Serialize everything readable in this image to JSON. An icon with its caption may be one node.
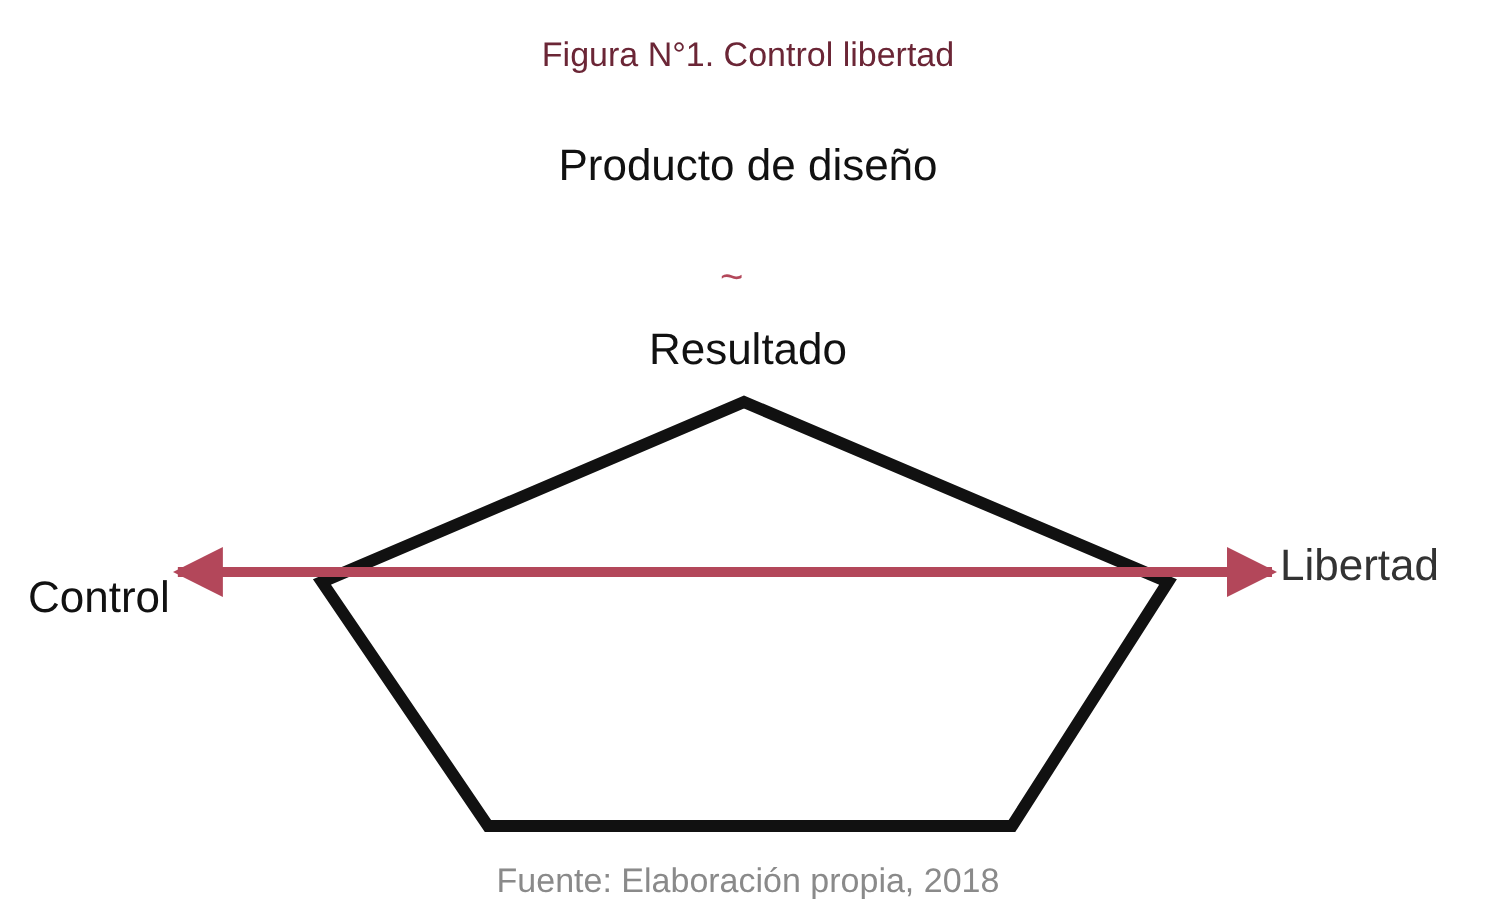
{
  "diagram": {
    "title": "Figura N°1. Control libertad",
    "caption": "Fuente: Elaboración propia, 2018",
    "nodes": [
      {
        "text": [
          "Control"
        ]
      },
      {
        "text": [
          "Libertad"
        ]
      }
    ],
    "edges": [
      {
        "from": 0,
        "to": 1,
        "arrow": "both",
        "color": "#b3475a"
      }
    ],
    "labels": [
      "Producto de diseño",
      "~",
      "Resultado"
    ]
  }
}
